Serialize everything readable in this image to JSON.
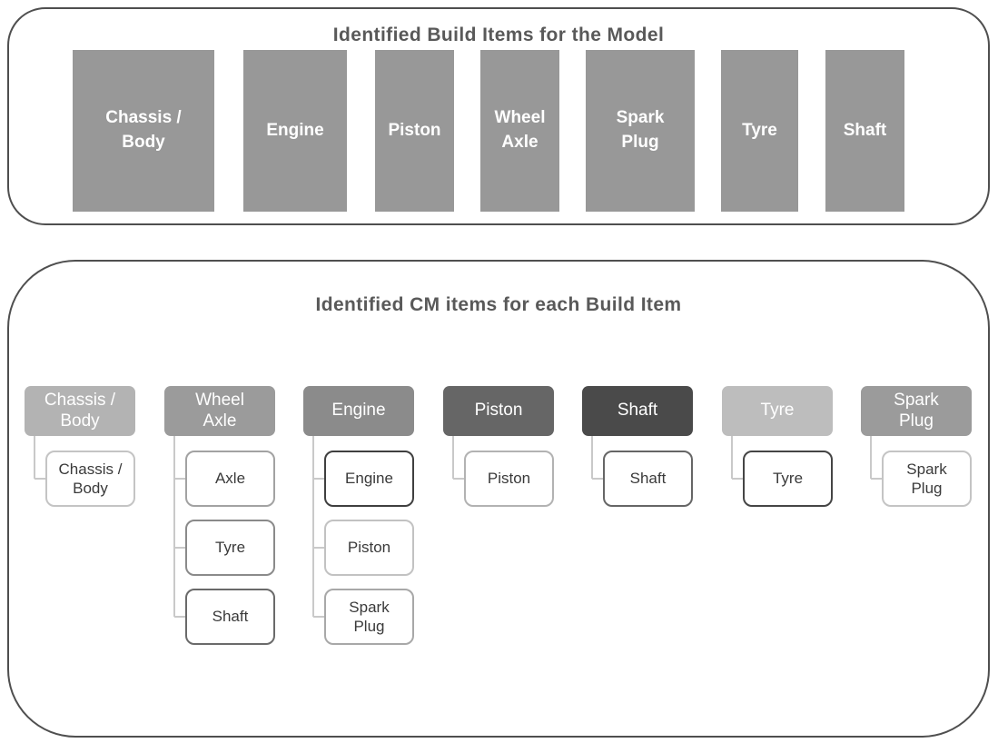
{
  "colors": {
    "panel_border": "#4f4f4f",
    "title_text": "#595959",
    "build_block_fill": "#989898",
    "build_block_text": "#ffffff",
    "connector": "#c9c9c9",
    "child_box_fill": "#ffffff",
    "child_text": "#3a3a3a"
  },
  "top_panel": {
    "title": "Identified Build Items for the Model",
    "block_color": "#989898",
    "blocks": [
      {
        "label": "Chassis /\nBody"
      },
      {
        "label": "Engine"
      },
      {
        "label": "Piston"
      },
      {
        "label": "Wheel\nAxle"
      },
      {
        "label": "Spark\nPlug"
      },
      {
        "label": "Tyre"
      },
      {
        "label": "Shaft"
      }
    ]
  },
  "bottom_panel": {
    "title": "Identified CM items for each Build Item",
    "trees": [
      {
        "root": {
          "label": "Chassis /\nBody",
          "color": "#b3b3b3"
        },
        "children": [
          {
            "label": "Chassis /\nBody",
            "border": "#c4c4c4"
          }
        ]
      },
      {
        "root": {
          "label": "Wheel\nAxle",
          "color": "#9b9b9b"
        },
        "children": [
          {
            "label": "Axle",
            "border": "#a2a2a2"
          },
          {
            "label": "Tyre",
            "border": "#8a8a8a"
          },
          {
            "label": "Shaft",
            "border": "#6a6a6a"
          }
        ]
      },
      {
        "root": {
          "label": "Engine",
          "color": "#8b8b8b"
        },
        "children": [
          {
            "label": "Engine",
            "border": "#3f3f3f"
          },
          {
            "label": "Piston",
            "border": "#c2c2c2"
          },
          {
            "label": "Spark\nPlug",
            "border": "#a8a8a8"
          }
        ]
      },
      {
        "root": {
          "label": "Piston",
          "color": "#666666"
        },
        "children": [
          {
            "label": "Piston",
            "border": "#b2b2b2"
          }
        ]
      },
      {
        "root": {
          "label": "Shaft",
          "color": "#4a4a4a"
        },
        "children": [
          {
            "label": "Shaft",
            "border": "#666666"
          }
        ]
      },
      {
        "root": {
          "label": "Tyre",
          "color": "#bdbdbd"
        },
        "children": [
          {
            "label": "Tyre",
            "border": "#454545"
          }
        ]
      },
      {
        "root": {
          "label": "Spark\nPlug",
          "color": "#9b9b9b"
        },
        "children": [
          {
            "label": "Spark\nPlug",
            "border": "#c4c4c4"
          }
        ]
      }
    ]
  }
}
